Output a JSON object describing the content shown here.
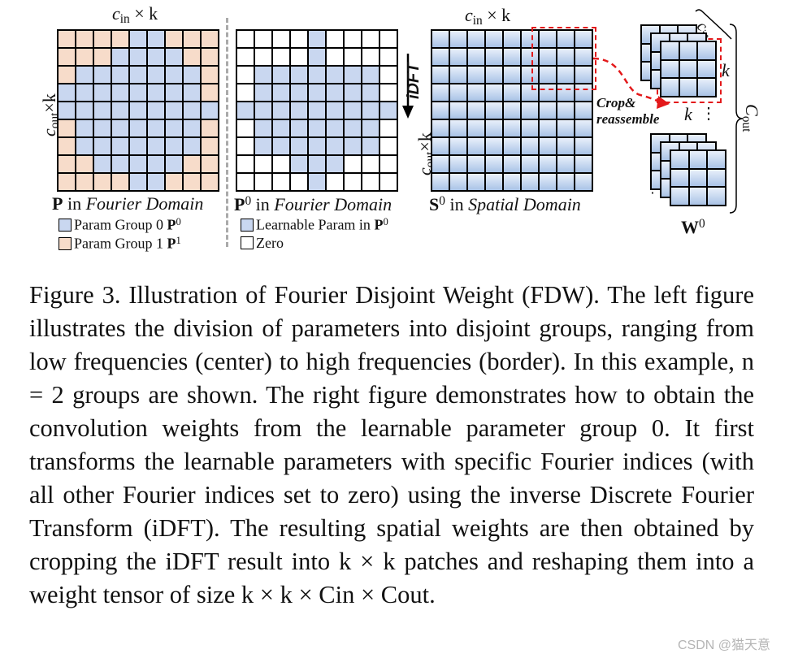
{
  "figure": {
    "panel1": {
      "top_label_var": "c",
      "top_label_sub": "in",
      "top_label_rest": " × k",
      "side_label_var": "c",
      "side_label_sub": "out",
      "side_label_rest": "×k",
      "title_bold": "P",
      "title_mid": " in ",
      "title_italic": "Fourier Domain",
      "legend": [
        {
          "text": "Param Group 0 ",
          "bold": "P",
          "sup": "0"
        },
        {
          "text": "Param Group 1 ",
          "bold": "P",
          "sup": "1"
        }
      ],
      "colors": {
        "group0": "#c9d7f0",
        "group1": "#f7dcca"
      }
    },
    "panel2": {
      "title_bold": "P",
      "title_sup": "0",
      "title_mid": " in ",
      "title_italic": "Fourier Domain",
      "legend": [
        {
          "text": "Learnable Param in ",
          "bold": "P",
          "sup": "0"
        },
        {
          "text": "Zero"
        }
      ]
    },
    "arrow_label": "iDFT",
    "panel3": {
      "top_label_var": "c",
      "top_label_sub": "in",
      "top_label_rest": " × k",
      "side_label_var": "c",
      "side_label_sub": "out",
      "side_label_rest": "×k",
      "title_bold": "S",
      "title_sup": "0",
      "title_mid": " in ",
      "title_italic": "Spatial Domain"
    },
    "crop_label_line1": "Crop&",
    "crop_label_line2": "reassemble",
    "panel4": {
      "cin_var": "c",
      "cin_sub": "in",
      "k1": "k",
      "k2": "k",
      "dots1": "⋮",
      "dots2": "⋮",
      "dots3": "⋱",
      "cout_var": "C",
      "cout_sub": "out",
      "title_bold": "W",
      "title_sup": "0"
    }
  },
  "caption": {
    "text": "Figure 3. Illustration of Fourier Disjoint Weight (FDW). The left figure illustrates the division of parameters into disjoint groups, ranging from low frequencies (center) to high frequencies (border). In this example, n = 2 groups are shown. The right figure demonstrates how to obtain the convolution weights from the learnable parameter group 0. It first transforms the learnable parameters with specific Fourier indices (with all other Fourier indices set to zero) using the inverse Discrete Fourier Transform (iDFT). The resulting spatial weights are then obtained by cropping the iDFT result into k × k patches and reshaping them into a weight tensor of size k × k × Cin × Cout."
  },
  "watermark": "CSDN @猫天意"
}
